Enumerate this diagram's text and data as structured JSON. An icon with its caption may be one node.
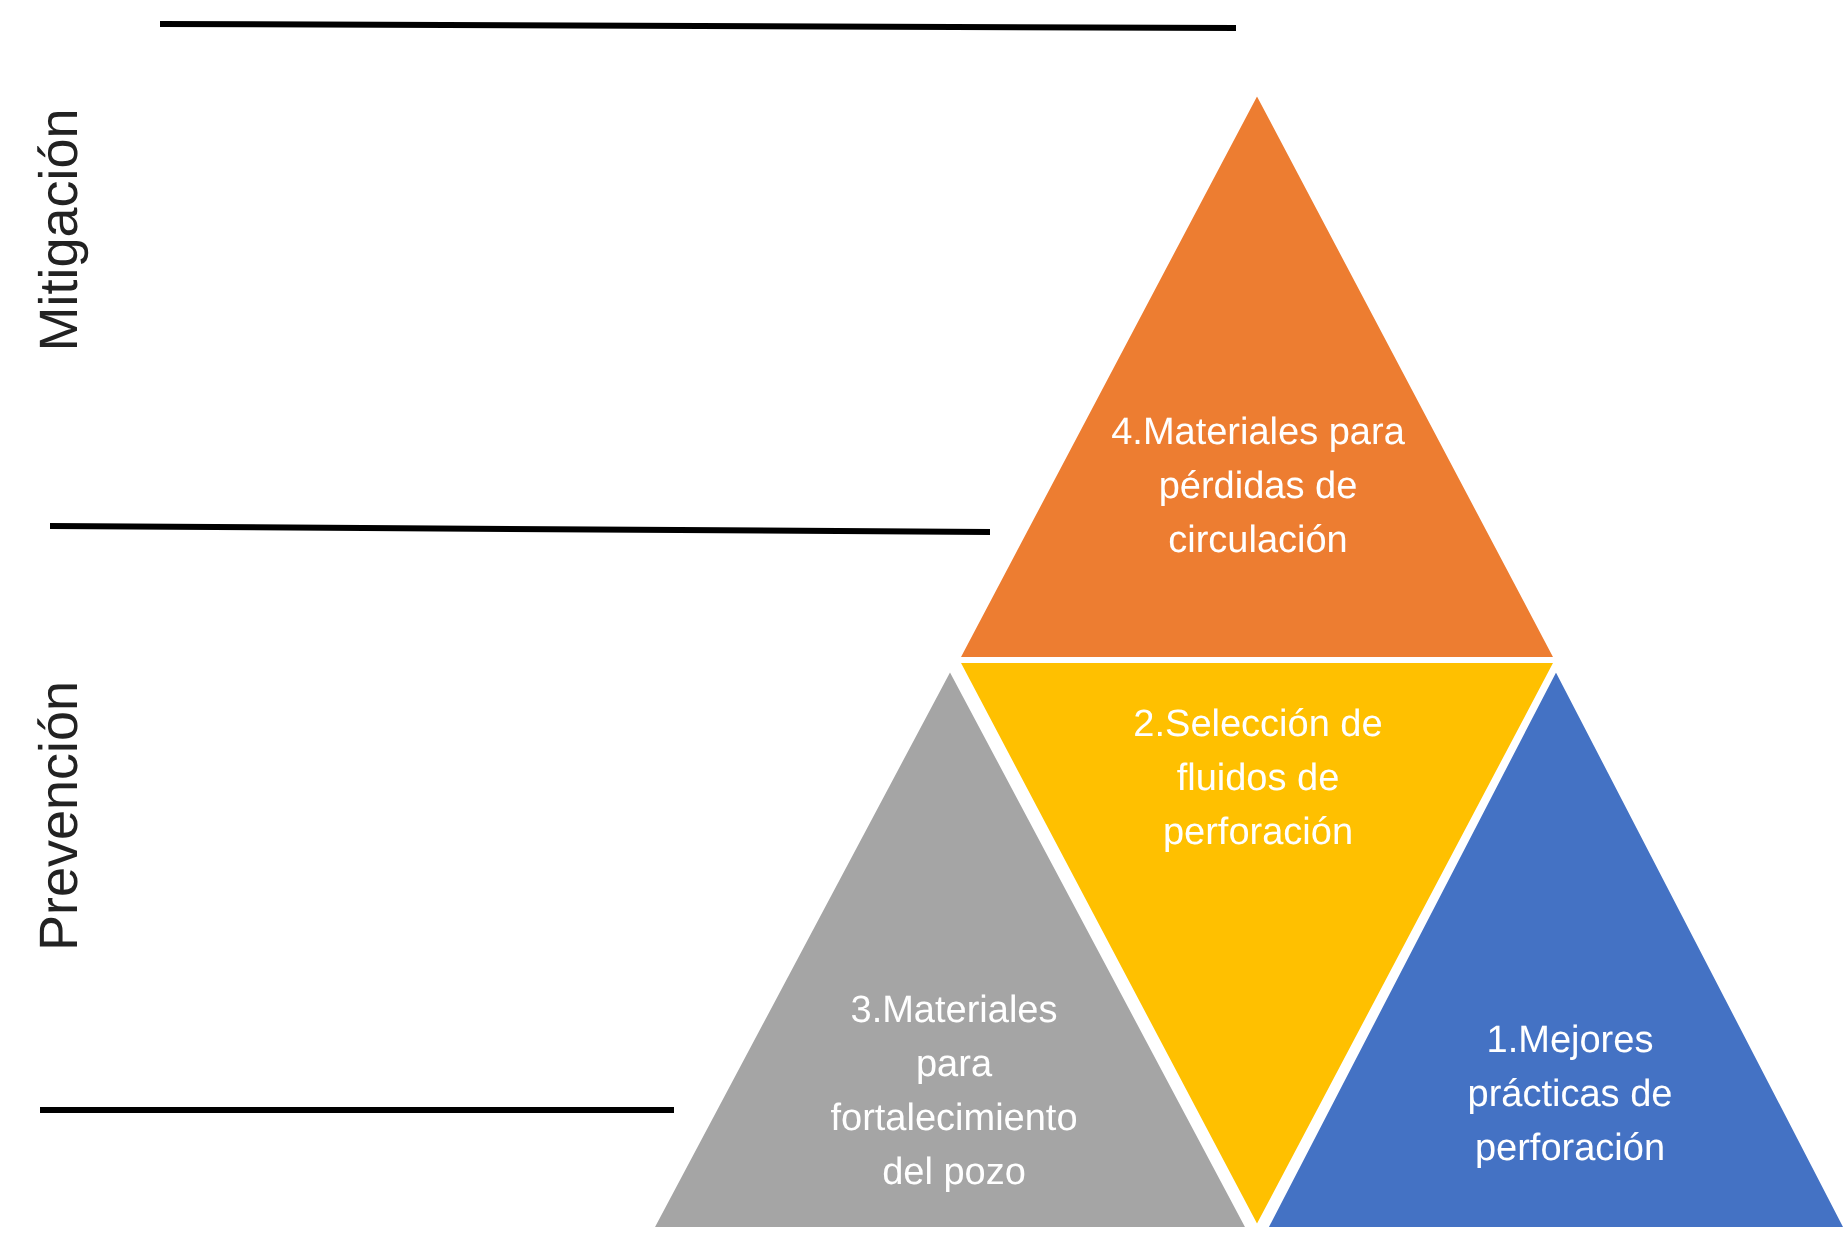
{
  "diagram": {
    "nodes": [
      {
        "text": [
          "4.Materiales para pérdidas de circulación"
        ]
      },
      {
        "text": [
          "2.Selección de fluidos de perforación"
        ]
      },
      {
        "text": [
          "3.Materiales para fortalecimiento del pozo"
        ]
      },
      {
        "text": [
          "1.Mejores prácticas de perforación"
        ]
      }
    ],
    "edges": [],
    "labels": [
      "Mitigación",
      "Prevención"
    ]
  }
}
